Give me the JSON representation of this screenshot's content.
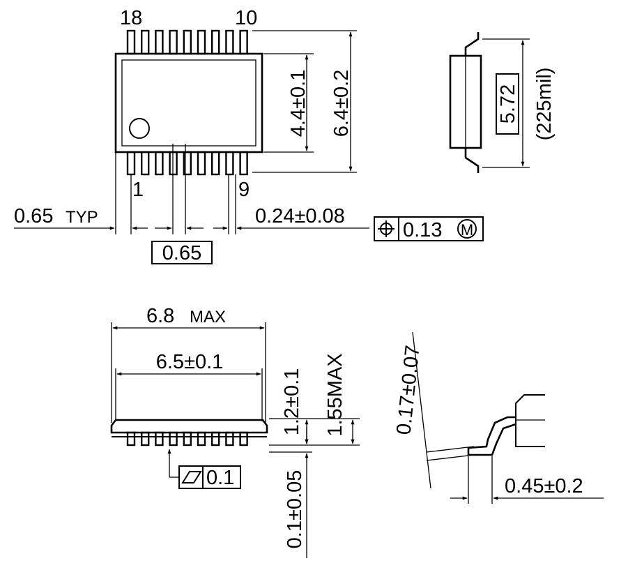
{
  "top_view": {
    "pin_top_left": "18",
    "pin_top_right": "10",
    "pin_bottom_left": "1",
    "pin_bottom_right": "9",
    "body_width": "4.4±0.1",
    "overall_width": "6.4±0.2",
    "pitch_typ_value": "0.65",
    "pitch_typ_suffix": "TYP",
    "pitch_basic": "0.65",
    "lead_width": "0.24±0.08",
    "position_tolerance": "0.13",
    "position_modifier": "M"
  },
  "side_end_view": {
    "basic_width": "5.72",
    "mil_note": "(225mil)"
  },
  "front_view": {
    "max_length_value": "6.8",
    "max_length_suffix": "MAX",
    "body_length": "6.5±0.1",
    "body_height": "1.2±0.1",
    "max_height": "1.55MAX",
    "standoff": "0.1±0.05",
    "flatness": "0.1"
  },
  "lead_detail": {
    "lead_thickness": "0.17±0.07",
    "foot_length": "0.45±0.2"
  }
}
